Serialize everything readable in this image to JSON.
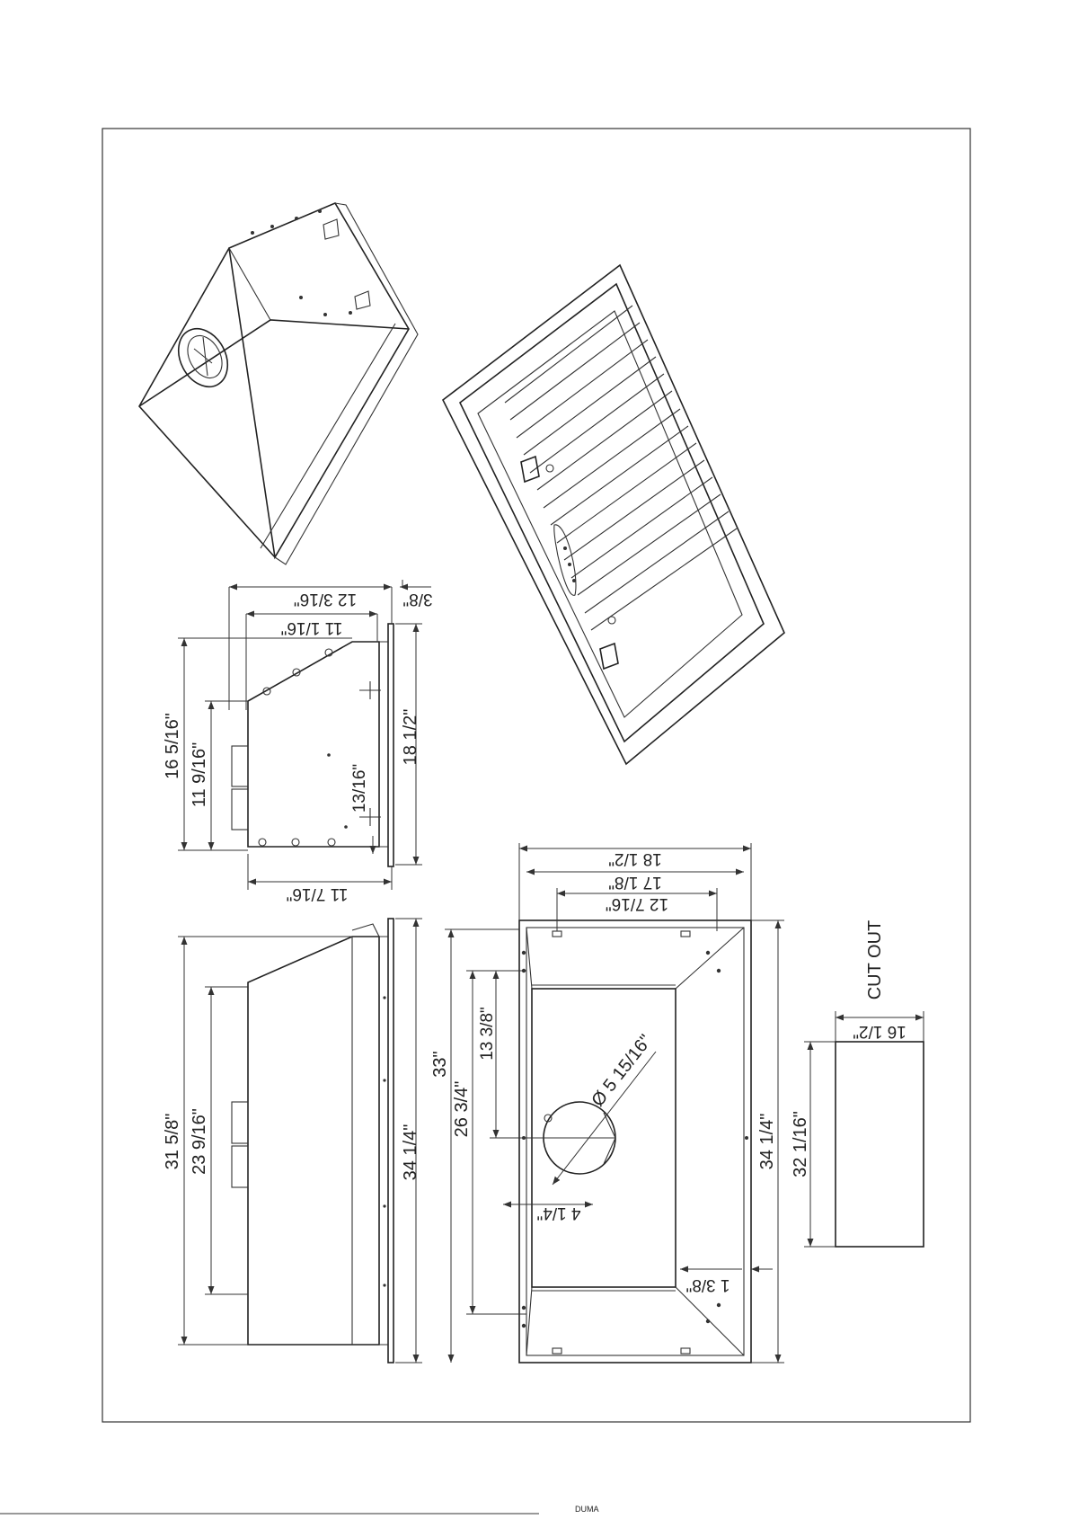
{
  "views": {
    "side_view": {
      "dims": [
        "12 3/16\"",
        "11 1/16\"",
        "3/8\"",
        "16 5/16\"",
        "11 9/16\"",
        "13/16\"",
        "18 1/2\"",
        "11 7/16\""
      ]
    },
    "front_view": {
      "dims": [
        "31 5/8\"",
        "23 9/16\"",
        "34 1/4\""
      ]
    },
    "bottom_view": {
      "dims": [
        "18 1/2\"",
        "17 1/8\"",
        "12 7/16\"",
        "33\"",
        "26 3/4\"",
        "13 3/8\"",
        "Ø 5 15/16\"",
        "4 1/4\"",
        "34 1/4\"",
        "1 3/8\""
      ]
    },
    "cut_out": {
      "label": "CUT OUT",
      "dims": [
        "16 1/2\"",
        "32 1/16\""
      ]
    }
  },
  "footer_text": "DUMA"
}
